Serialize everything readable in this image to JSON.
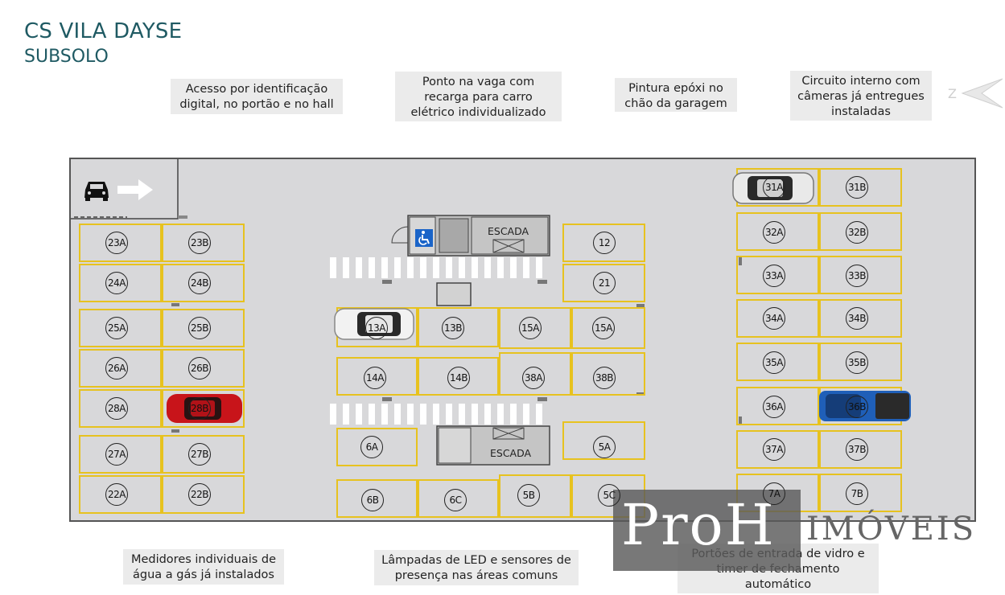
{
  "header": {
    "title": "CS VILA DAYSE",
    "subtitle": "SUBSOLO"
  },
  "callouts": [
    "Acesso por identificação\ndigital, no portão e no hall",
    "Ponto na vaga com\nrecarga para carro\nelétrico individualizado",
    "Pintura epóxi no\nchão da garagem",
    "Circuito interno com\ncâmeras já entregues\ninstaladas",
    "Medidores individuais de\nágua a gás já instalados",
    "Lâmpadas de LED e sensores de\npresença nas áreas comuns",
    "Portões de entrada de vidro e\ntimer de fechamento\nautomático"
  ],
  "stairs_label": "ESCADA",
  "spots": [
    "23A",
    "23B",
    "24A",
    "24B",
    "25A",
    "25B",
    "26A",
    "26B",
    "28A",
    "28B",
    "27A",
    "27B",
    "22A",
    "22B",
    "12",
    "21",
    "13A",
    "13B",
    "15A",
    "15A",
    "14A",
    "14B",
    "38A",
    "38B",
    "6A",
    "5A",
    "6B",
    "6C",
    "5B",
    "5C",
    "31A",
    "31B",
    "32A",
    "32B",
    "33A",
    "33B",
    "34A",
    "34B",
    "35A",
    "35B",
    "36A",
    "36B",
    "37A",
    "37B",
    "7A",
    "7B"
  ],
  "colors": {
    "stall_line": "#e7c21f",
    "floor": "#d8d8da",
    "title": "#1f5a63"
  },
  "watermark": {
    "brand": "ProH",
    "suffix": "IMÓVEIS"
  }
}
